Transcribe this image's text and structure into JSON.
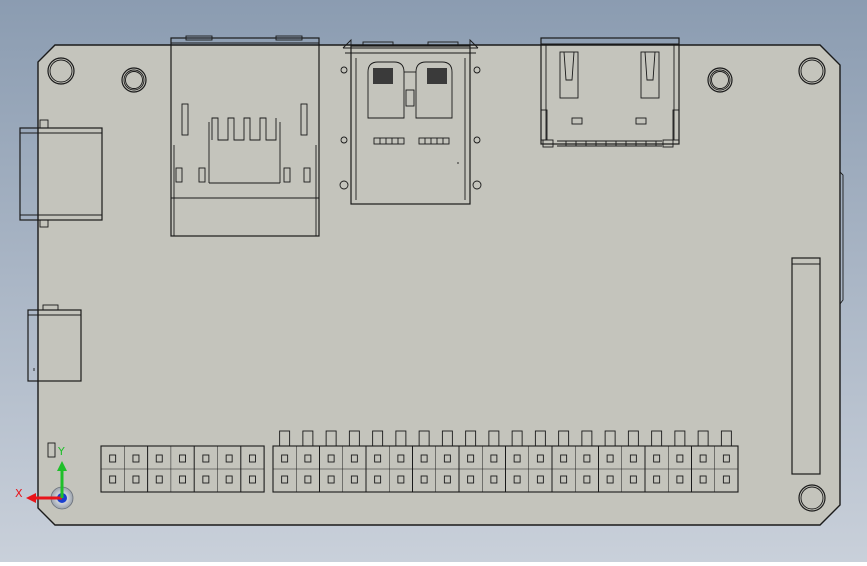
{
  "colors": {
    "background_top": "#8b9cb1",
    "background_bottom": "#c9d0da",
    "board_fill": "#c4c4bc",
    "outline": "#1a1a1a",
    "axis_x": "#e8141a",
    "axis_y": "#1fbf2a",
    "axis_z": "#1a3fcf"
  },
  "axes": {
    "x_label": "X",
    "y_label": "Y"
  },
  "header": {
    "left_block_pins": 7,
    "right_block_pins": 20
  }
}
